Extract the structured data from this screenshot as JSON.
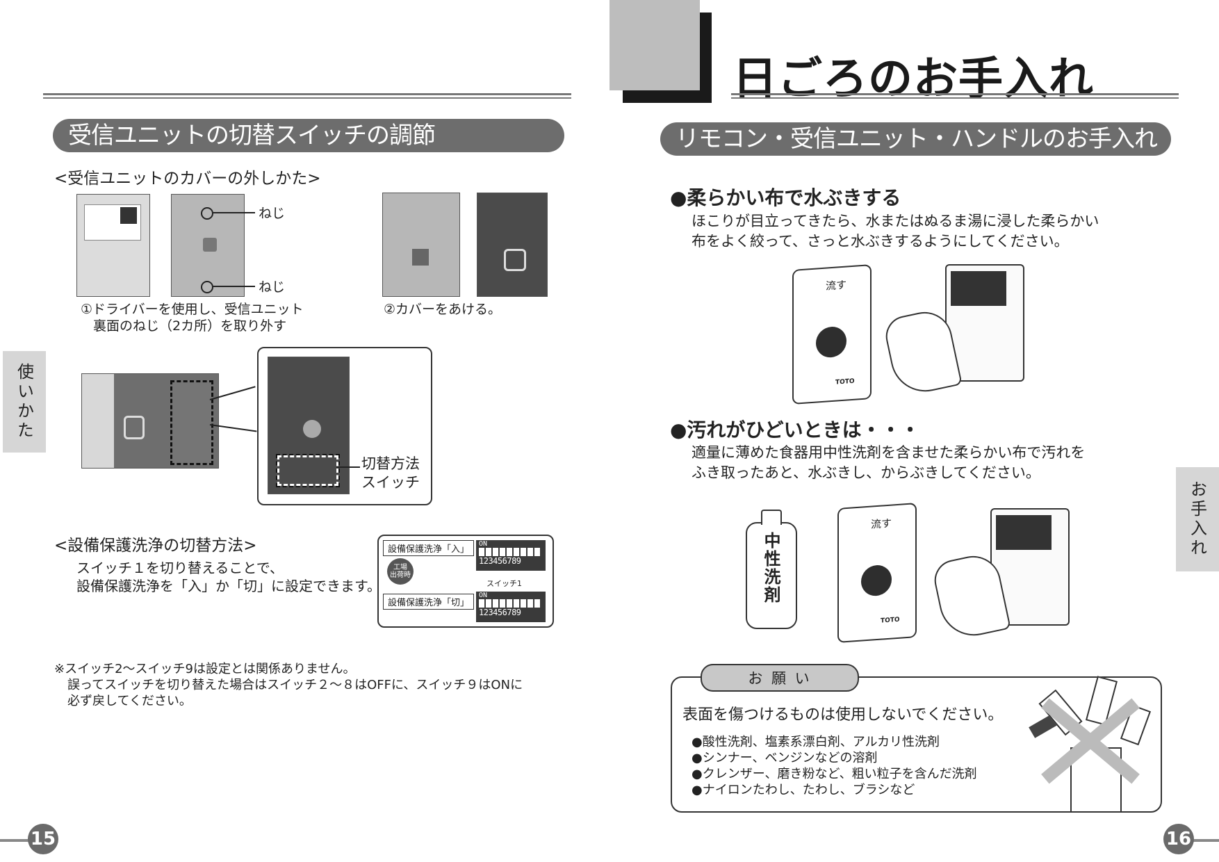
{
  "left": {
    "section_title": "受信ユニットの切替スイッチの調節",
    "cover_heading": "<受信ユニットのカバーの外しかた>",
    "screw_label_top": "ねじ",
    "screw_label_bottom": "ねじ",
    "step1_line1": "①ドライバーを使用し、受信ユニット",
    "step1_line2": "裏面のねじ（2カ所）を取り外す",
    "step2": "②カバーをあける。",
    "switch_label_line1": "切替方法",
    "switch_label_line2": "スイッチ",
    "protect_heading": "<設備保護洗浄の切替方法>",
    "protect_line1": "スイッチ１を切り替えることで、",
    "protect_line2": "設備保護洗浄を「入」か「切」に設定できます。",
    "diagram": {
      "on_label": "設備保護洗浄「入」",
      "off_label": "設備保護洗浄「切」",
      "factory_line1": "工場",
      "factory_line2": "出荷時",
      "dip_on": "ON",
      "dip_numbers": "123456789",
      "switch1": "スイッチ1"
    },
    "note_line1": "※スイッチ2～スイッチ9は設定とは関係ありません。",
    "note_line2": "誤ってスイッチを切り替えた場合はスイッチ２～８はOFFに、スイッチ９はONに",
    "note_line3": "必ず戻してください。",
    "side_tab": "使いかた",
    "page_number": "15"
  },
  "right": {
    "chapter_title": "日ごろのお手入れ",
    "section_title": "リモコン・受信ユニット・ハンドルのお手入れ",
    "bullet1_title": "●柔らかい布で水ぶきする",
    "bullet1_line1": "ほこりが目立ってきたら、水またはぬるま湯に浸した柔らかい",
    "bullet1_line2": "布をよく絞って、さっと水ぶきするようにしてください。",
    "bullet2_title": "●汚れがひどいときは・・・",
    "bullet2_line1": "適量に薄めた食器用中性洗剤を含ませた柔らかい布で汚れを",
    "bullet2_line2": "ふき取ったあと、水ぶきし、からぶきしてください。",
    "remote_label": "流す",
    "brand": "TOTO",
    "bottle_label": "中性洗剤",
    "notice_title": "お 願 い",
    "notice_lead": "表面を傷つけるものは使用しないでください。",
    "notice_items": [
      "●酸性洗剤、塩素系漂白剤、アルカリ性洗剤",
      "●シンナー、ベンジンなどの溶剤",
      "●クレンザー、磨き粉など、粗い粒子を含んだ洗剤",
      "●ナイロンたわし、たわし、ブラシなど"
    ],
    "side_tab": "お手入れ",
    "page_number": "16"
  }
}
